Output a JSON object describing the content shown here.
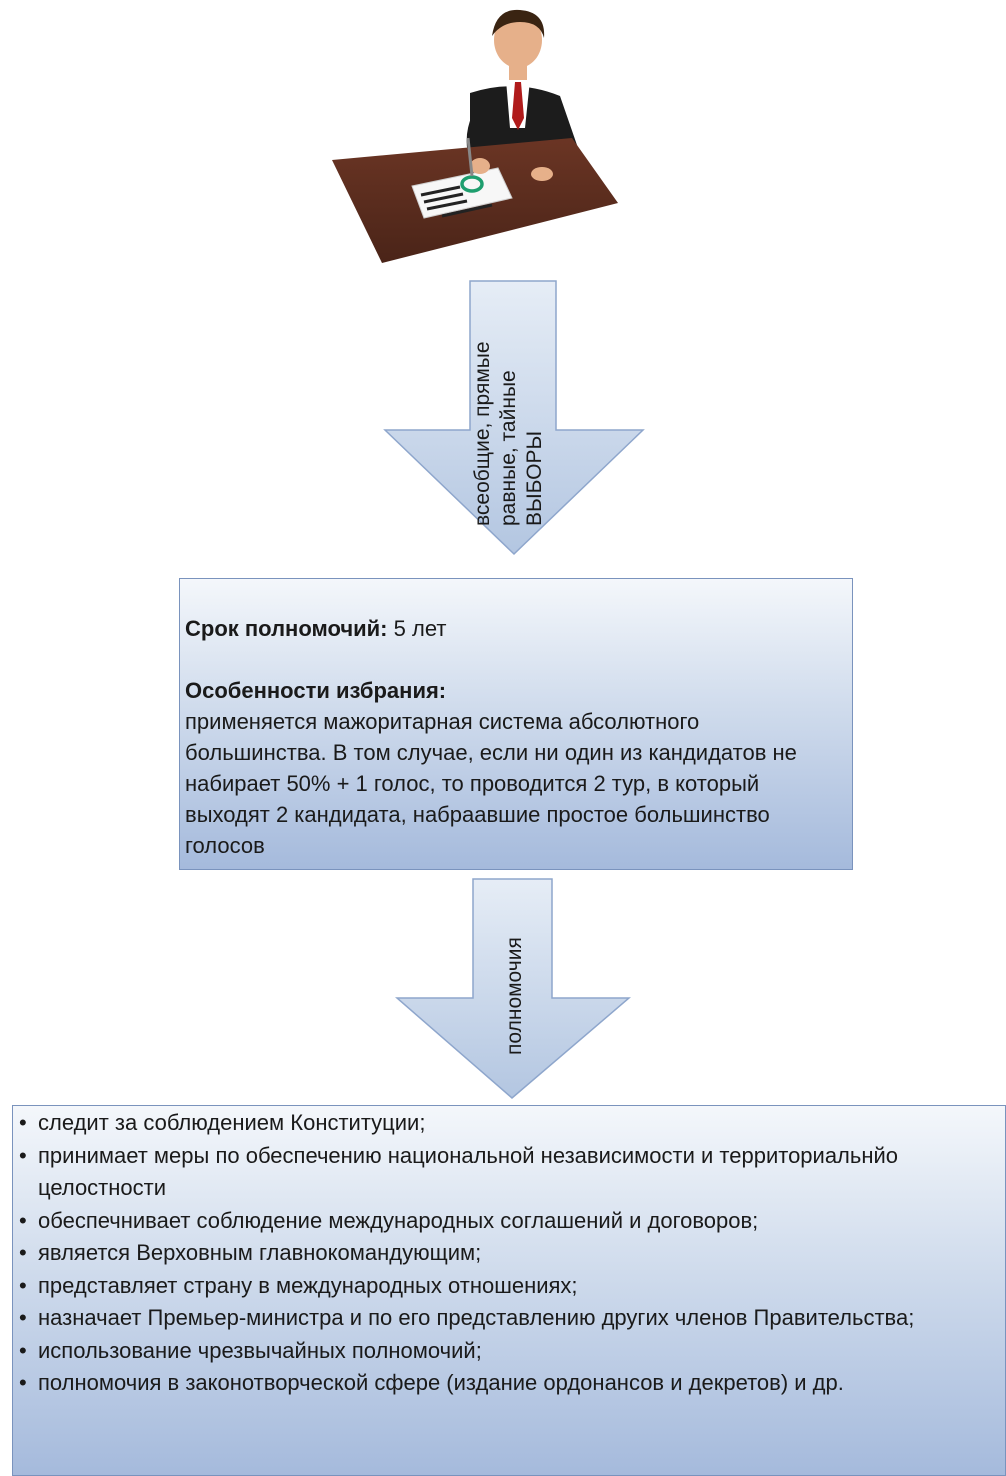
{
  "illustration": {
    "icon": "person-at-desk-signing-ballot-icon"
  },
  "arrow_1": {
    "label": "всеобщие, прямые\nравные, тайные\nВЫБОРЫ"
  },
  "term_box": {
    "term_label": "Срок полномочий:",
    "term_value": " 5 лет",
    "features_label": "Особенности избрания:",
    "features_text": "применяется мажоритарная система абсолютного большинства. В том случае, если ни один из кандидатов не набирает 50% + 1 голос, то проводится 2 тур, в который выходят 2 кандидата, набраавшие простое большинство голосов"
  },
  "arrow_2": {
    "label": "полномочия"
  },
  "powers_box": {
    "items": [
      "следит за соблюдением Конституции;",
      "принимает меры по обеспечению национальной независимости и территориальнйо целостности",
      "обеспечнивает соблюдение международных соглашений и договоров;",
      "является Верховным главнокомандующим;",
      "представляет страну в международных отношениях;",
      "назначает Премьер-министра и по его представлению других членов Правительства;",
      "использование чрезвычайных полномочий;",
      "полномочия в законотворческой сфере (издание ордонансов и декретов) и др."
    ]
  },
  "colors": {
    "arrow_fill_light": "#e6edf6",
    "arrow_fill_dark": "#b3c6e1",
    "arrow_stroke": "#8ea6cc",
    "desk": "#5e2e1e",
    "suit": "#1c1c1c",
    "tie": "#b01b1b",
    "ballot_mark": "#1e9e6e"
  }
}
